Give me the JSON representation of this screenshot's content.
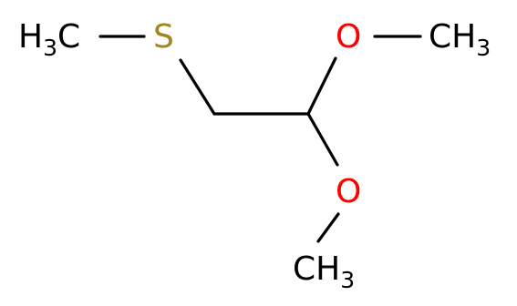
{
  "molecule": {
    "atoms": {
      "left_methyl": {
        "symbol": "H",
        "subscript": "3",
        "tail": "C"
      },
      "sulfur": {
        "symbol": "S"
      },
      "oxygen_top": {
        "symbol": "O"
      },
      "methyl_top_right": {
        "symbol": "CH",
        "subscript": "3"
      },
      "oxygen_bottom": {
        "symbol": "O"
      },
      "methyl_bottom": {
        "symbol": "CH",
        "subscript": "3"
      }
    },
    "colors": {
      "bond": "#000000",
      "carbon": "#000000",
      "sulfur": "#a2861f",
      "oxygen": "#ff0000"
    }
  }
}
